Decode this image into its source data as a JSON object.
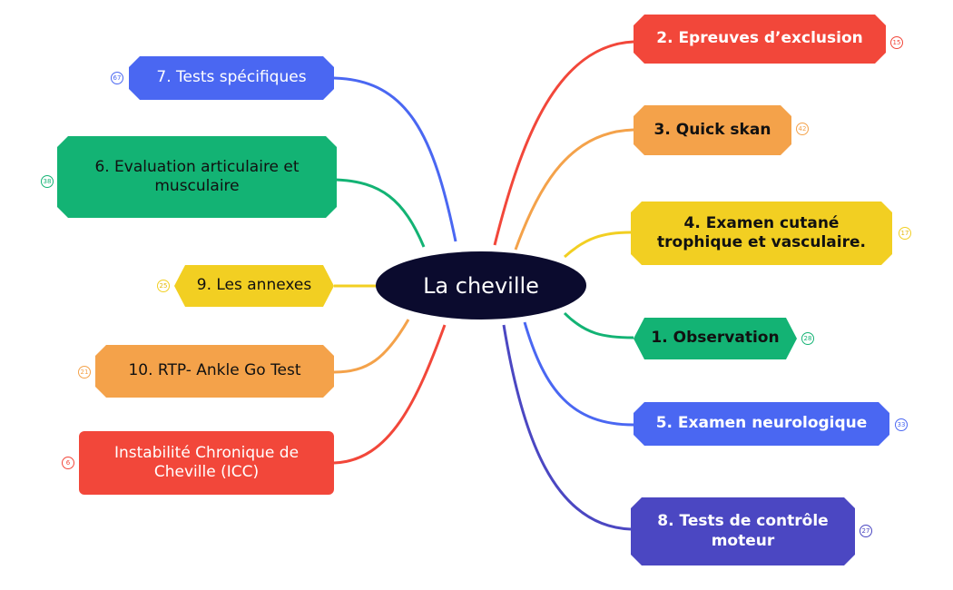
{
  "center": {
    "label": "La cheville"
  },
  "nodes": {
    "n7": {
      "label": "7. Tests spécifiques",
      "count": "67",
      "color": "#4a67f2"
    },
    "n6": {
      "label": "6. Evaluation articulaire et musculaire",
      "count": "38",
      "color": "#13b374"
    },
    "n9": {
      "label": "9. Les annexes",
      "count": "25",
      "color": "#f2cf22"
    },
    "n10": {
      "label": "10. RTP- Ankle Go Test",
      "count": "21",
      "color": "#f4a24a"
    },
    "icc": {
      "label": "Instabilité Chronique de Cheville (ICC)",
      "count": "6",
      "color": "#f2473a"
    },
    "n2": {
      "label": "2. Epreuves d’exclusion",
      "count": "15",
      "color": "#f2473a"
    },
    "n3": {
      "label": "3. Quick skan",
      "count": "42",
      "color": "#f4a24a"
    },
    "n4": {
      "label": "4. Examen cutané trophique et vasculaire.",
      "count": "17",
      "color": "#f2cf22"
    },
    "n1": {
      "label": "1. Observation",
      "count": "28",
      "color": "#13b374"
    },
    "n5": {
      "label": "5. Examen neurologique",
      "count": "33",
      "color": "#4a67f2"
    },
    "n8": {
      "label": "8. Tests de contrôle moteur",
      "count": "27",
      "color": "#4b47c2"
    }
  }
}
